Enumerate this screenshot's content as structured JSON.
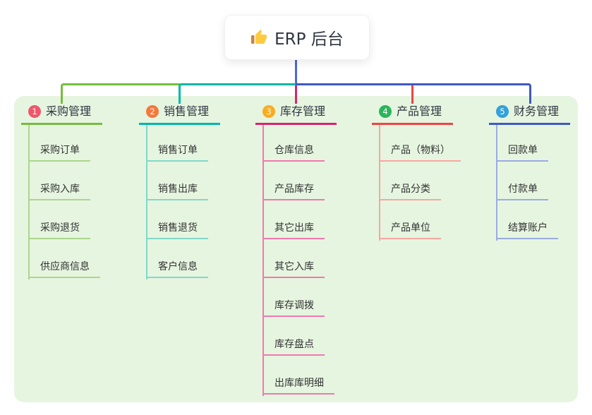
{
  "page": {
    "background": "#ffffff",
    "panel_background": "#E6F5E0"
  },
  "root": {
    "icon": "thumbs-up-icon",
    "text": "ERP 后台",
    "connector_color": "#5068D4"
  },
  "categories": [
    {
      "badge": "1",
      "label": "采购管理",
      "badge_color": "#F0566A",
      "line_color": "#77BC40",
      "child_line_color": "#ABD68C",
      "children": [
        "采购订单",
        "采购入库",
        "采购退货",
        "供应商信息"
      ]
    },
    {
      "badge": "2",
      "label": "销售管理",
      "badge_color": "#F4793B",
      "line_color": "#00B7A8",
      "child_line_color": "#82D8C8",
      "children": [
        "销售订单",
        "销售出库",
        "销售退货",
        "客户信息"
      ]
    },
    {
      "badge": "3",
      "label": "库存管理",
      "badge_color": "#FAAC20",
      "line_color": "#D6256F",
      "child_line_color": "#F178AE",
      "children": [
        "仓库信息",
        "产品库存",
        "其它出库",
        "其它入库",
        "库存调拨",
        "库存盘点",
        "出库库明细"
      ]
    },
    {
      "badge": "4",
      "label": "产品管理",
      "badge_color": "#2CB45C",
      "line_color": "#F04444",
      "child_line_color": "#F8A6A0",
      "children": [
        "产品（物料）",
        "产品分类",
        "产品单位"
      ]
    },
    {
      "badge": "5",
      "label": "财务管理",
      "badge_color": "#32A2DB",
      "line_color": "#3E59C4",
      "child_line_color": "#9AACE2",
      "children": [
        "回款单",
        "付款单",
        "结算账户"
      ]
    }
  ]
}
